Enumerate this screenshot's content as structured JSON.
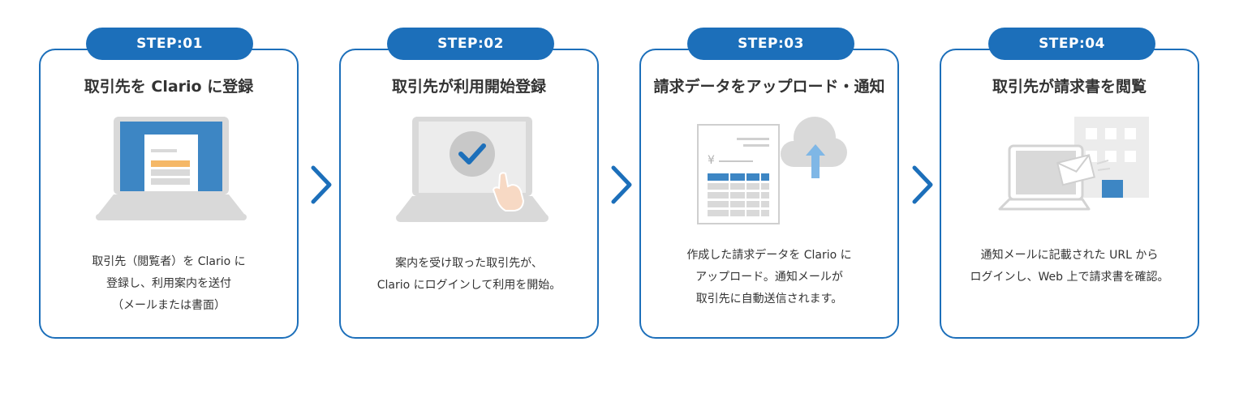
{
  "steps": [
    {
      "badge": "STEP:01",
      "title": "取引先を Clario に登録",
      "desc": [
        "取引先（閲覧者）を Clario に",
        "登録し、利用案内を送付",
        "（メールまたは書面）"
      ]
    },
    {
      "badge": "STEP:02",
      "title": "取引先が利用開始登録",
      "desc": [
        "案内を受け取った取引先が、",
        "Clario にログインして利用を開始。"
      ]
    },
    {
      "badge": "STEP:03",
      "title": "請求データをアップロード・通知",
      "desc": [
        "作成した請求データを Clario に",
        "アップロード。通知メールが",
        "取引先に自動送信されます。"
      ]
    },
    {
      "badge": "STEP:04",
      "title": "取引先が請求書を閲覧",
      "desc": [
        "通知メールに記載された URL から",
        "ログインし、Web 上で請求書を確認。"
      ]
    }
  ],
  "illustrations": {
    "step3_yen": "¥"
  },
  "colors": {
    "primary": "#1c6fba",
    "gray": "#d9d9d9",
    "dark_gray": "#bfbfbf",
    "orange": "#f5b867",
    "light_blue": "#7fb7e6"
  }
}
